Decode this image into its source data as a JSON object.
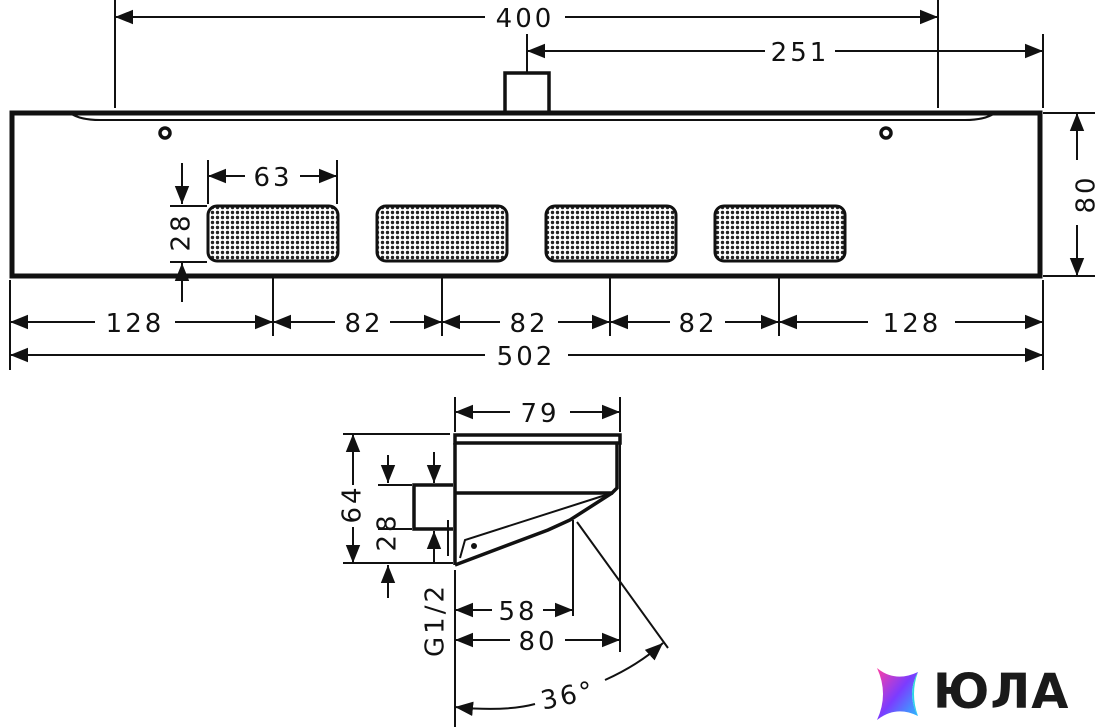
{
  "front_view": {
    "dim_top_overall": "400",
    "dim_top_offset": "251",
    "dim_nozzle_width": "63",
    "dim_nozzle_height": "28",
    "dim_height": "80",
    "dim_seg_left": "128",
    "dim_seg_1": "82",
    "dim_seg_2": "82",
    "dim_seg_3": "82",
    "dim_seg_right": "128",
    "dim_total_width": "502"
  },
  "side_view": {
    "dim_depth": "79",
    "dim_height": "64",
    "dim_inlet": "28",
    "dim_thread": "G1/2",
    "dim_outlet_58": "58",
    "dim_outlet_80": "80",
    "dim_angle": "36°"
  },
  "brand": {
    "name": "ЮЛА",
    "colors": [
      "#ff3fa4",
      "#7b3cff",
      "#24c4ff",
      "#3cf0b8"
    ]
  }
}
